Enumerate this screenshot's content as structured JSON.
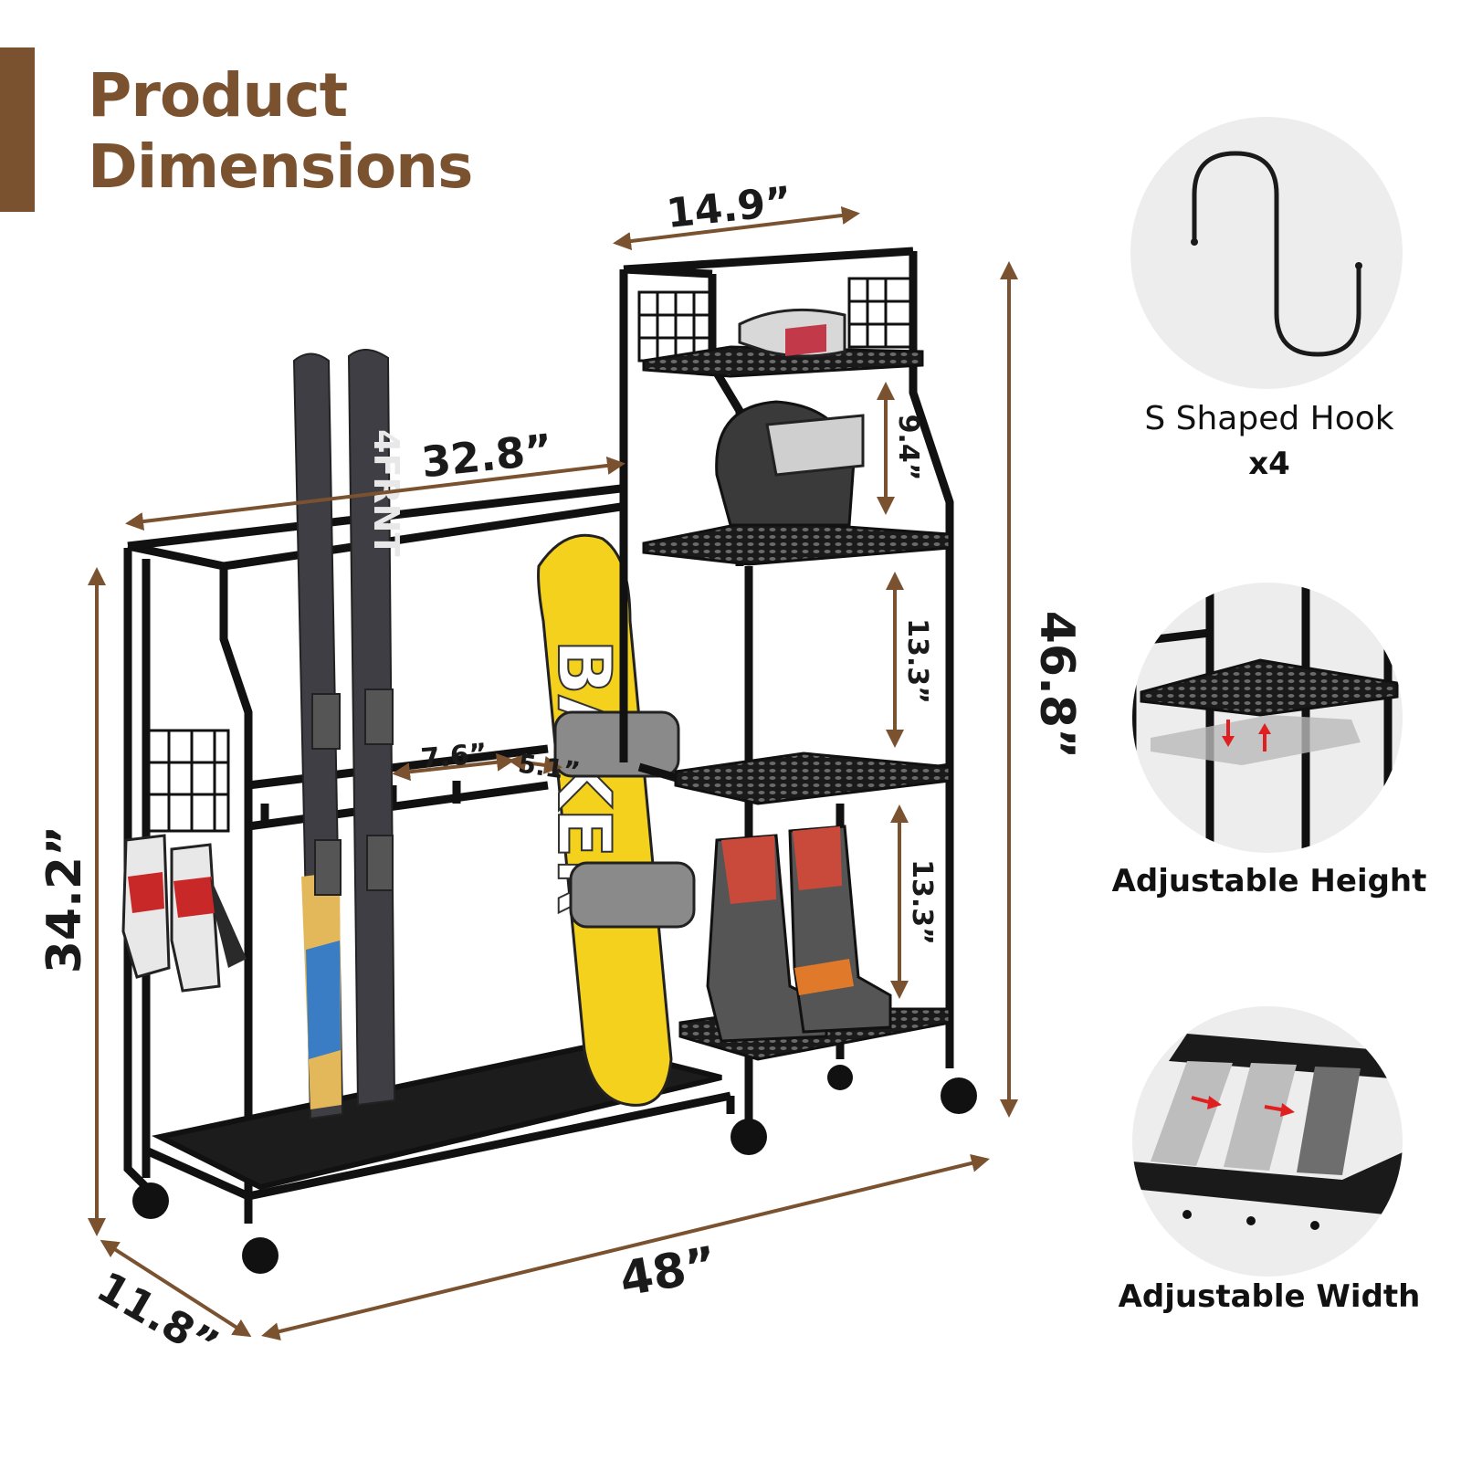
{
  "colors": {
    "accent": "#7a5230",
    "frame": "#111111",
    "circle_bg": "#ededed",
    "arrow_red": "#e02020",
    "snowboard": "#f4d11c"
  },
  "title": {
    "line1": "Product",
    "line2": "Dimensions"
  },
  "dimensions": {
    "top_width": "14.9”",
    "depth_top": "32.8”",
    "shelf_gap_top": "9.4”",
    "shelf_gap_mid": "13.3”",
    "shelf_gap_bottom": "13.3”",
    "total_height": "46.8”",
    "low_height": "34.2”",
    "slot_width": "7.6”",
    "slot_gap": "5.1”",
    "total_width": "48”",
    "depth": "11.8”"
  },
  "features": {
    "hook_label": "S Shaped Hook",
    "hook_qty": "x4",
    "height_label": "Adjustable Height",
    "width_label": "Adjustable Width"
  },
  "product_text": {
    "ski_brand": "4FRNT",
    "snowboard_text": "BAKER"
  },
  "icons": [
    "s-hook-icon",
    "up-arrow-icon",
    "down-arrow-icon",
    "right-arrow-icon"
  ]
}
